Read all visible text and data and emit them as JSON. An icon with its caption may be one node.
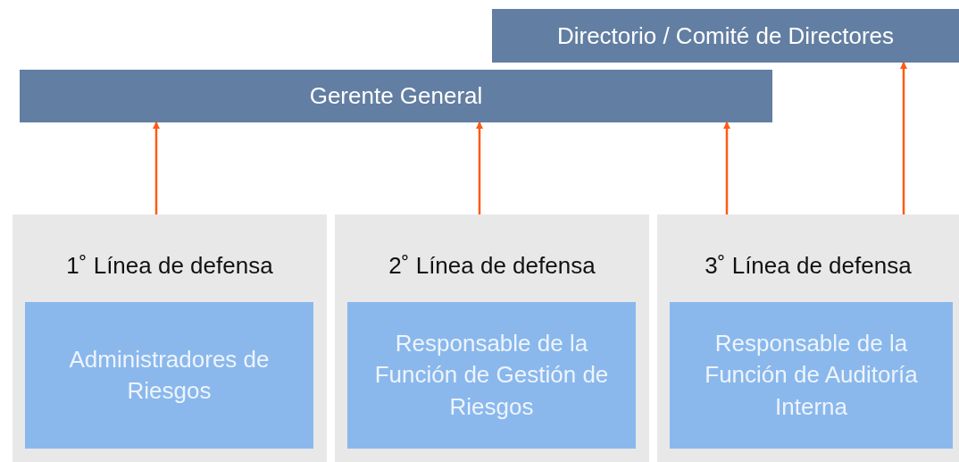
{
  "diagram": {
    "nodes": [
      {
        "text": [
          "Directorio / Comité de Directores"
        ]
      },
      {
        "text": [
          "Gerente General"
        ]
      },
      {
        "text": [
          "1˚ Línea de defensa"
        ]
      },
      {
        "text": [
          "Administradores de Riesgos"
        ],
        "in": 2
      },
      {
        "text": [
          "2˚ Línea de defensa"
        ]
      },
      {
        "text": [
          "Responsable de la Función de Gestión de Riesgos"
        ],
        "in": 4
      },
      {
        "text": [
          "3˚ Línea de defensa"
        ]
      },
      {
        "text": [
          "Responsable de la Función de Auditoría Interna"
        ],
        "in": 6
      }
    ],
    "edges": [
      {
        "from": 2,
        "to": 1,
        "arrow": "to"
      },
      {
        "from": 4,
        "to": 1,
        "arrow": "to"
      },
      {
        "from": 6,
        "to": 1,
        "arrow": "to"
      },
      {
        "from": 6,
        "to": 0,
        "arrow": "to"
      }
    ]
  }
}
